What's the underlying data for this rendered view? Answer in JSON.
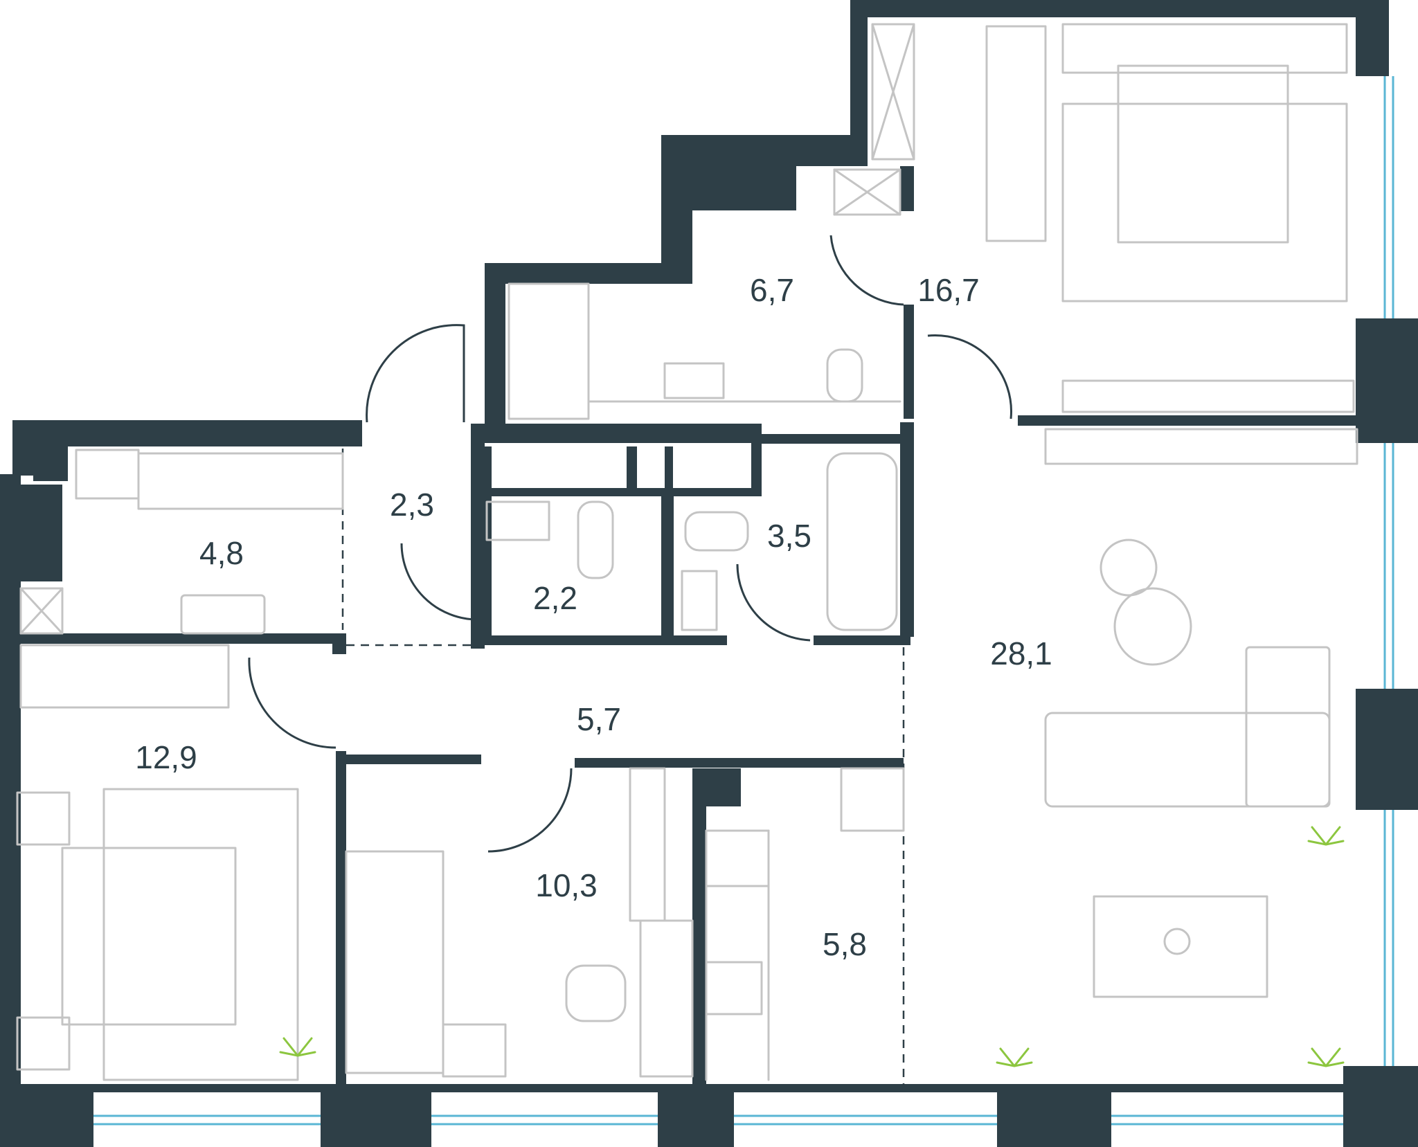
{
  "rooms": [
    {
      "id": "wardrobe-top",
      "area": "6,7"
    },
    {
      "id": "master-bedroom",
      "area": "16,7"
    },
    {
      "id": "hall-upper",
      "area": "2,3"
    },
    {
      "id": "storage",
      "area": "4,8"
    },
    {
      "id": "bathroom-small",
      "area": "2,2"
    },
    {
      "id": "bathroom",
      "area": "3,5"
    },
    {
      "id": "living-room",
      "area": "28,1"
    },
    {
      "id": "hall",
      "area": "5,7"
    },
    {
      "id": "bedroom-left",
      "area": "12,9"
    },
    {
      "id": "bedroom-middle",
      "area": "10,3"
    },
    {
      "id": "kitchen",
      "area": "5,8"
    }
  ],
  "colors": {
    "wall": "#2e3f47",
    "furniture": "#c4c4c4",
    "window": "#5ab6d4",
    "plant": "#8cc63f"
  }
}
